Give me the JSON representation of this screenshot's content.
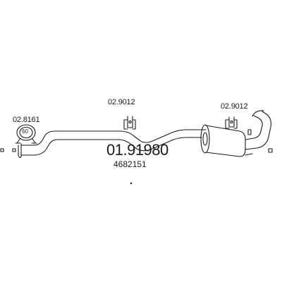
{
  "parts": {
    "clamp_left": {
      "code": "02.8161",
      "size": "60"
    },
    "hanger_center": {
      "code": "02.9012"
    },
    "hanger_right": {
      "code": "02.9012"
    },
    "main_part": {
      "code": "01.91980",
      "oe_number": "4682151"
    }
  },
  "icons": [
    "clamp-ring-icon",
    "hanger-icon",
    "exhaust-pipe-icon",
    "silencer-icon"
  ],
  "colors": {
    "line": "#1a1a1a",
    "background": "#ffffff"
  }
}
